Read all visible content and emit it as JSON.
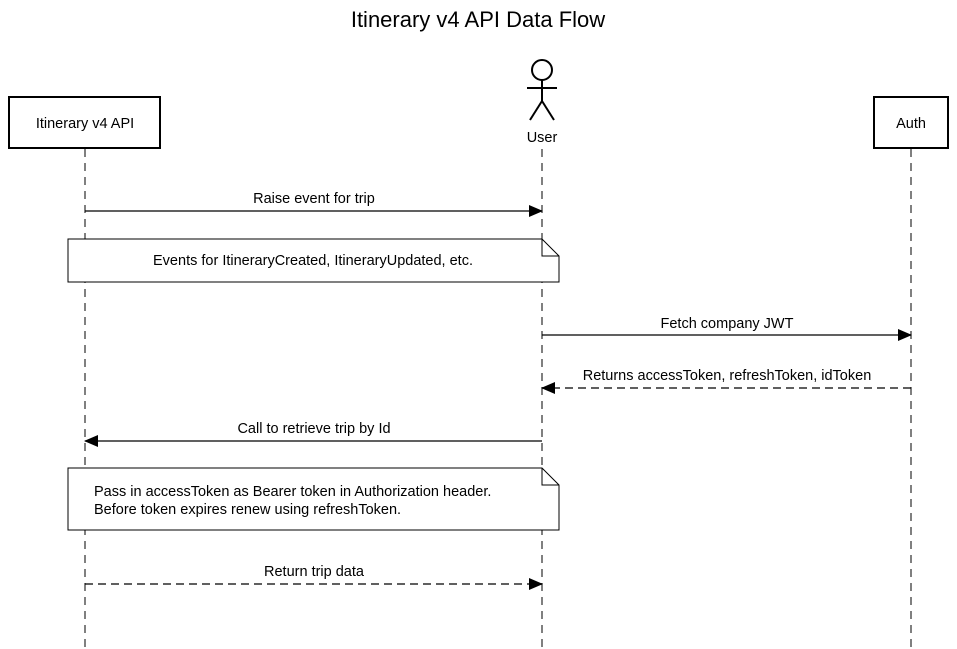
{
  "title": "Itinerary v4 API Data Flow",
  "participants": {
    "api": {
      "label": "Itinerary v4 API",
      "kind": "box"
    },
    "user": {
      "label": "User",
      "kind": "actor"
    },
    "auth": {
      "label": "Auth",
      "kind": "box"
    }
  },
  "messages": [
    {
      "from": "api",
      "to": "user",
      "label": "Raise event for trip",
      "style": "solid"
    },
    {
      "from": "user",
      "to": "auth",
      "label": "Fetch company JWT",
      "style": "solid"
    },
    {
      "from": "auth",
      "to": "user",
      "label": "Returns accessToken, refreshToken, idToken",
      "style": "dashed"
    },
    {
      "from": "user",
      "to": "api",
      "label": "Call to retrieve trip by Id",
      "style": "solid"
    },
    {
      "from": "api",
      "to": "user",
      "label": "Return trip data",
      "style": "dashed"
    }
  ],
  "notes": [
    {
      "lines": [
        "Events for ItineraryCreated, ItineraryUpdated, etc."
      ]
    },
    {
      "lines": [
        "Pass in accessToken as Bearer token in Authorization header.",
        "Before token expires renew using refreshToken."
      ]
    }
  ]
}
